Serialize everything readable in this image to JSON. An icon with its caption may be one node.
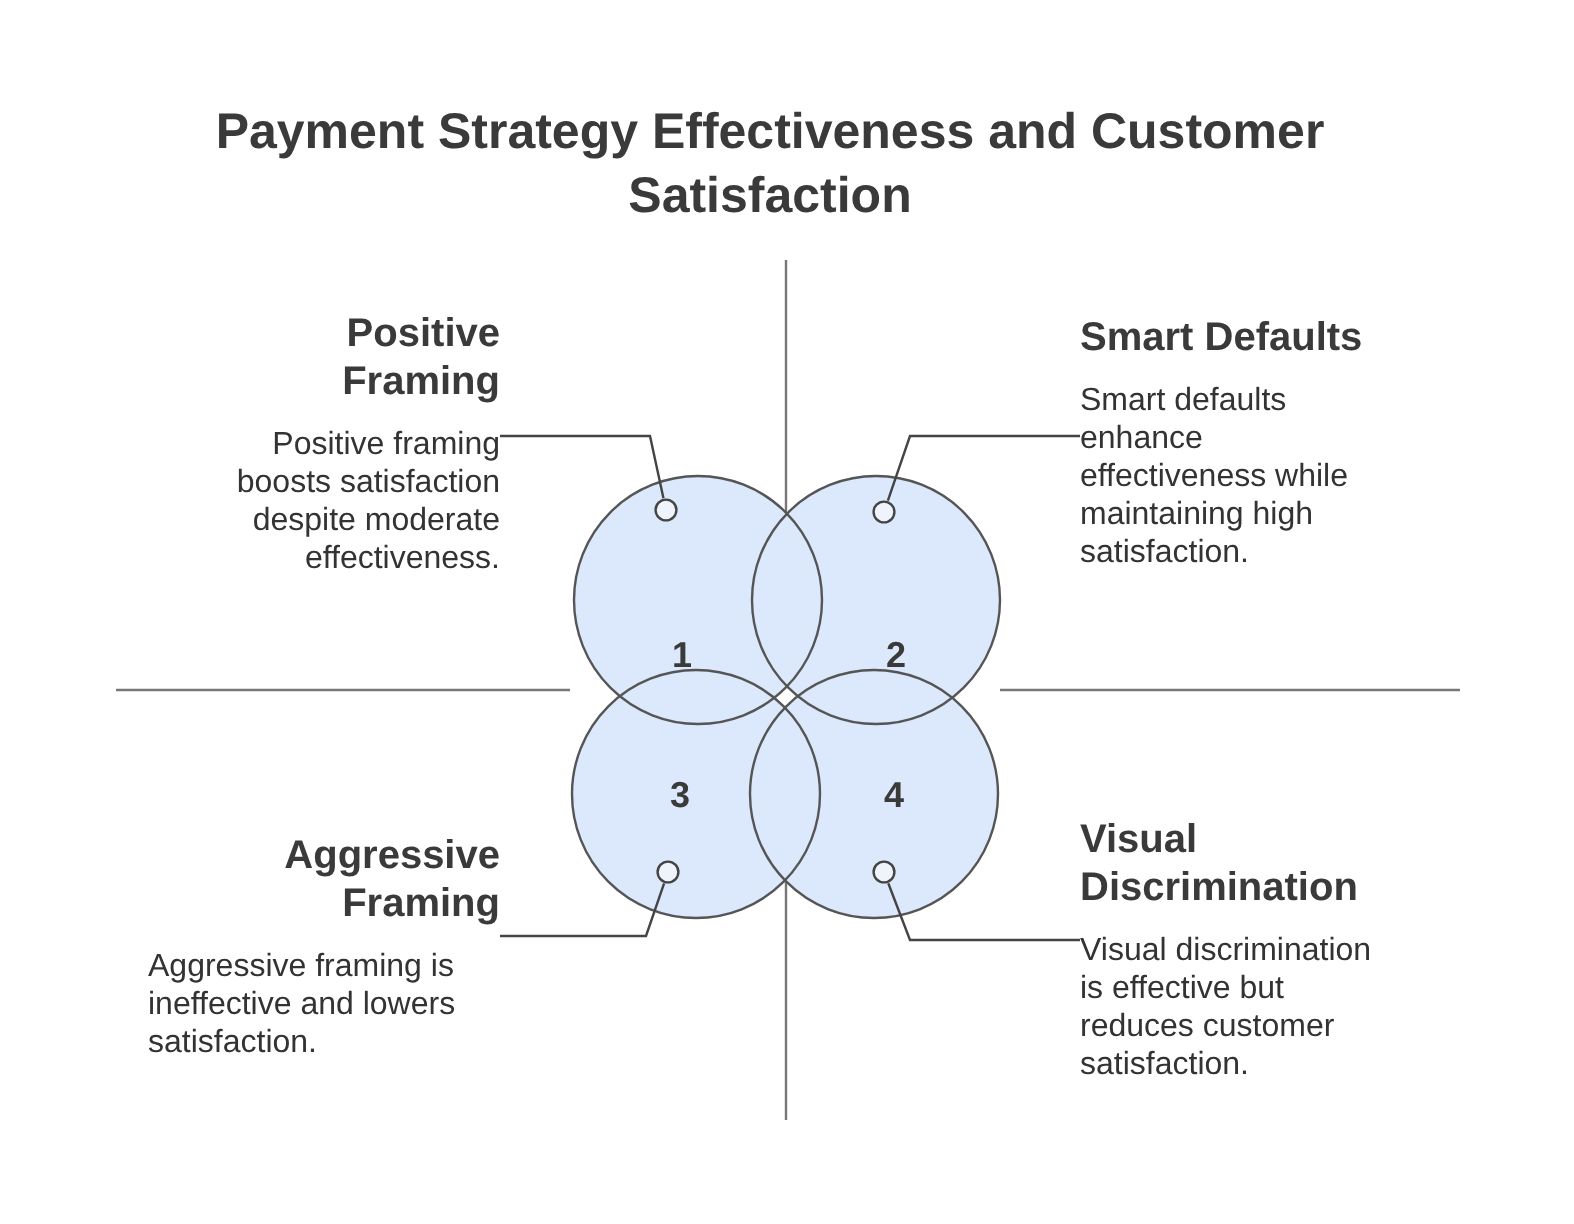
{
  "diagram": {
    "title": "Payment Strategy Effectiveness and Customer Satisfaction",
    "nodes": [
      {
        "text": [
          "Positive Framing",
          "Positive framing boosts satisfaction despite moderate effectiveness."
        ]
      },
      {
        "text": [
          "Smart Defaults",
          "Smart defaults enhance effectiveness while maintaining high satisfaction."
        ]
      },
      {
        "text": [
          "1"
        ]
      },
      {
        "text": [
          "2"
        ]
      },
      {
        "text": [],
        "shape": "circle",
        "in": 2
      },
      {
        "text": [],
        "shape": "circle",
        "in": 3
      },
      {
        "text": [
          "3"
        ]
      },
      {
        "text": [
          "4"
        ]
      },
      {
        "text": [],
        "shape": "circle",
        "in": 6
      },
      {
        "text": [],
        "shape": "circle",
        "in": 7
      },
      {
        "text": [
          "Aggressive Framing",
          "Aggressive framing is ineffective and lowers satisfaction."
        ]
      },
      {
        "text": [
          "Visual Discrimination",
          "Visual discrimination is effective but reduces customer satisfaction."
        ]
      }
    ],
    "edges": [
      {
        "from": 0,
        "to": 4,
        "arrow": "none"
      },
      {
        "from": 1,
        "to": 5,
        "arrow": "none"
      },
      {
        "from": 10,
        "to": 8,
        "arrow": "none"
      },
      {
        "from": 11,
        "to": 9,
        "arrow": "none"
      }
    ]
  }
}
